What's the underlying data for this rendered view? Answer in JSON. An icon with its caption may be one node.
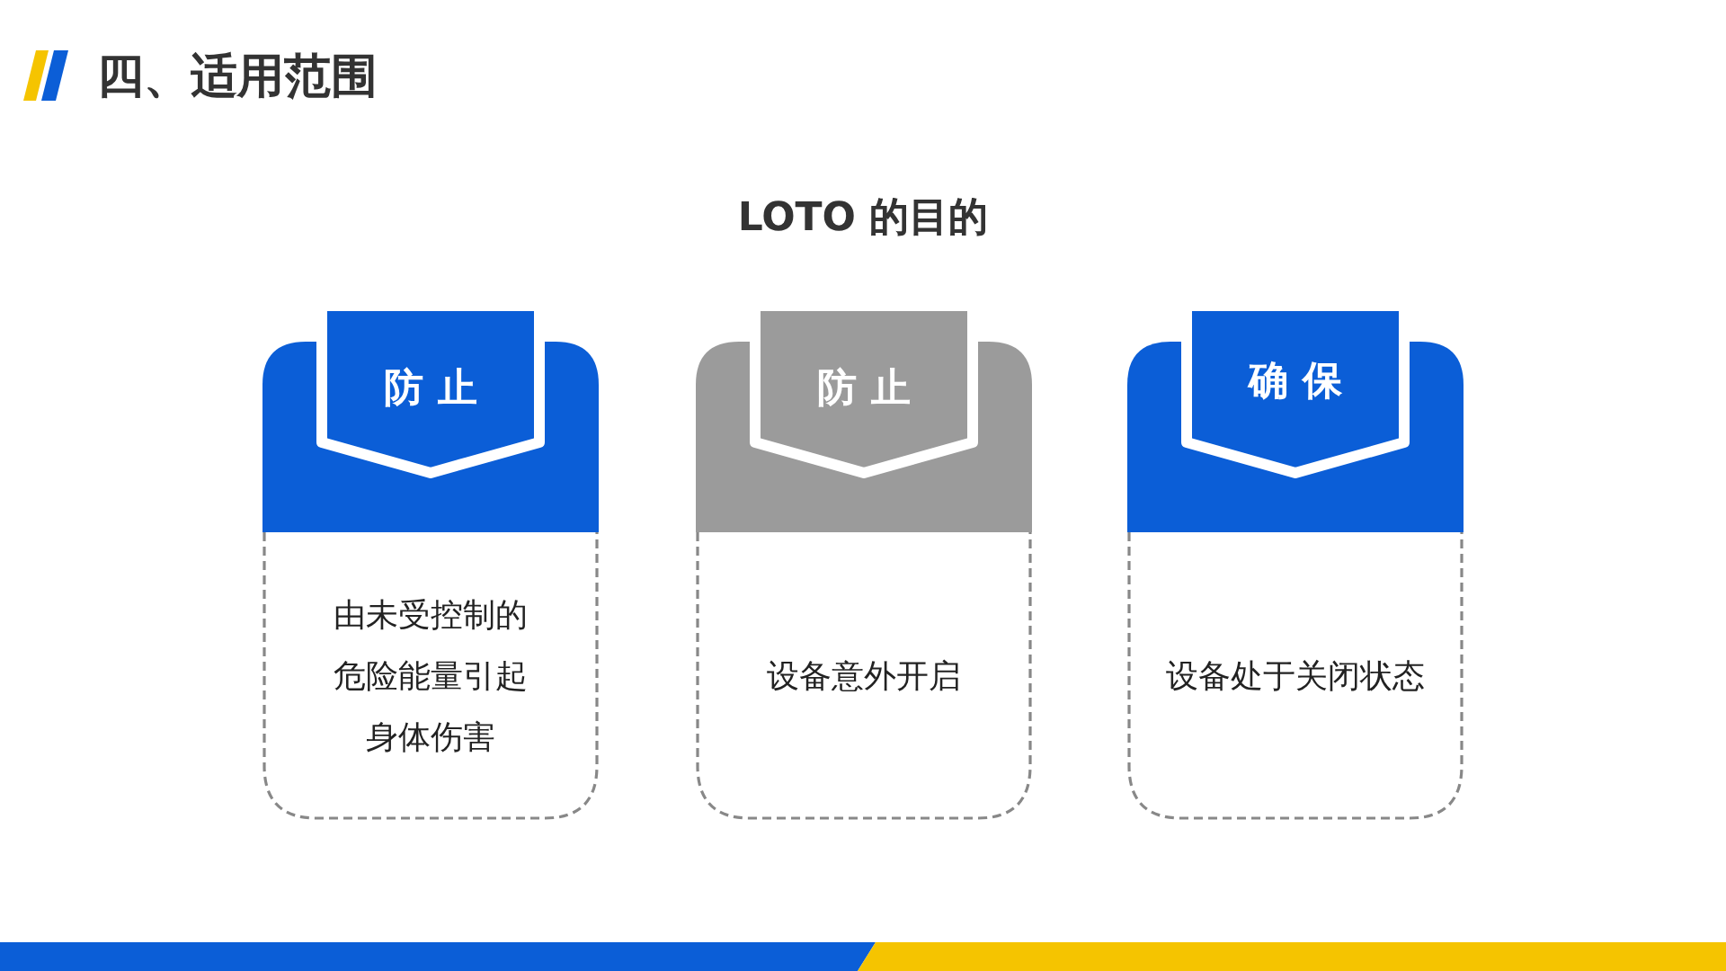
{
  "diagram": {
    "title": "四、适用范围",
    "nodes": [
      {
        "text": [
          "防 止",
          "由未受控制的危险能量引起身体伤害"
        ]
      },
      {
        "text": [
          "防 止",
          "设备意外开启"
        ]
      },
      {
        "text": [
          "确 保",
          "设备处于关闭状态"
        ]
      }
    ],
    "labels": [
      "LOTO 的目的"
    ]
  }
}
